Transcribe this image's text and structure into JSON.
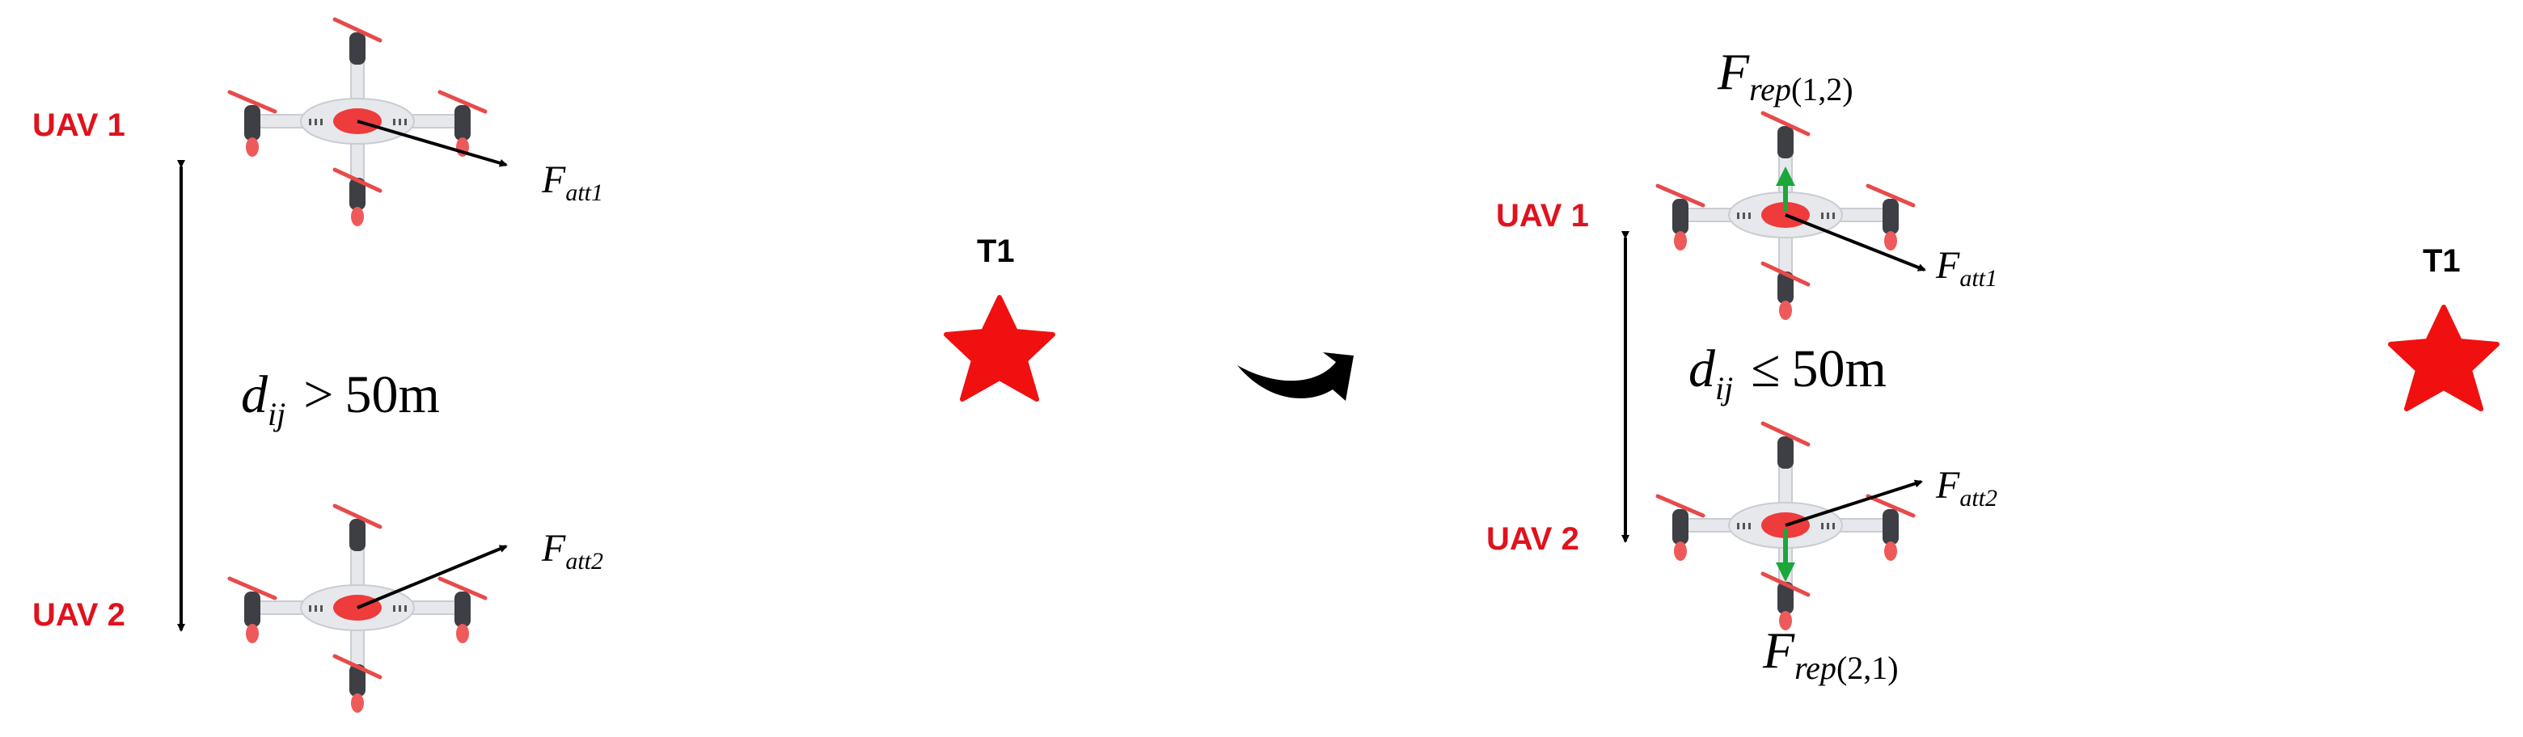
{
  "colors": {
    "label_red": "#e0121d",
    "star_red": "#f01010",
    "force_arrow": "#000000",
    "repulsive_arrow": "#1aa83a",
    "drone_body": "#e6e8ec",
    "drone_center": "#ee3b3b",
    "propeller": "#e84a4a",
    "motor": "#3d3f44"
  },
  "left_panel": {
    "uav1_label": "UAV 1",
    "uav2_label": "UAV 2",
    "force1": {
      "symbol": "F",
      "subscript": "att1"
    },
    "force2": {
      "symbol": "F",
      "subscript": "att2"
    },
    "distance": {
      "symbol": "d",
      "subscript": "ij",
      "relation": ">",
      "value": "50m"
    },
    "target_label": "T1"
  },
  "transition_icon": "curved-arrow-icon",
  "right_panel": {
    "uav1_label": "UAV 1",
    "uav2_label": "UAV 2",
    "force1": {
      "symbol": "F",
      "subscript": "att1"
    },
    "force2": {
      "symbol": "F",
      "subscript": "att2"
    },
    "repulsion1": {
      "symbol": "F",
      "subscript": "rep",
      "index": "(1,2)"
    },
    "repulsion2": {
      "symbol": "F",
      "subscript": "rep",
      "index": "(2,1)"
    },
    "distance": {
      "symbol": "d",
      "subscript": "ij",
      "relation": "≤",
      "value": "50m"
    },
    "target_label": "T1"
  }
}
